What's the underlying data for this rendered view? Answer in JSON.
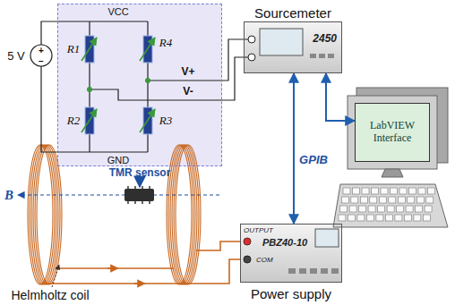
{
  "diagram": {
    "nodes": [
      {
        "text": [
          "TMR sensor"
        ]
      },
      {
        "text": [
          "Sourcemeter",
          "2450"
        ]
      },
      {
        "text": [
          "LabVIEW Interface"
        ]
      },
      {
        "text": [
          "OUTPUT",
          "PBZ40-10",
          "COM",
          "Power supply"
        ]
      }
    ],
    "edges": [
      {
        "from": 0,
        "to": 1,
        "arrow": "none"
      },
      {
        "from": 0,
        "to": 1,
        "arrow": "none"
      },
      {
        "from": 1,
        "to": 3,
        "arrow": "both"
      },
      {
        "from": 1,
        "to": 2,
        "arrow": "both"
      }
    ],
    "labels": [
      "VCC",
      "R1",
      "R4",
      "R2",
      "R3",
      "V+",
      "V-",
      "GND",
      "5 V",
      "+",
      "−",
      "B",
      "Helmholtz coil",
      "GPIB"
    ]
  }
}
